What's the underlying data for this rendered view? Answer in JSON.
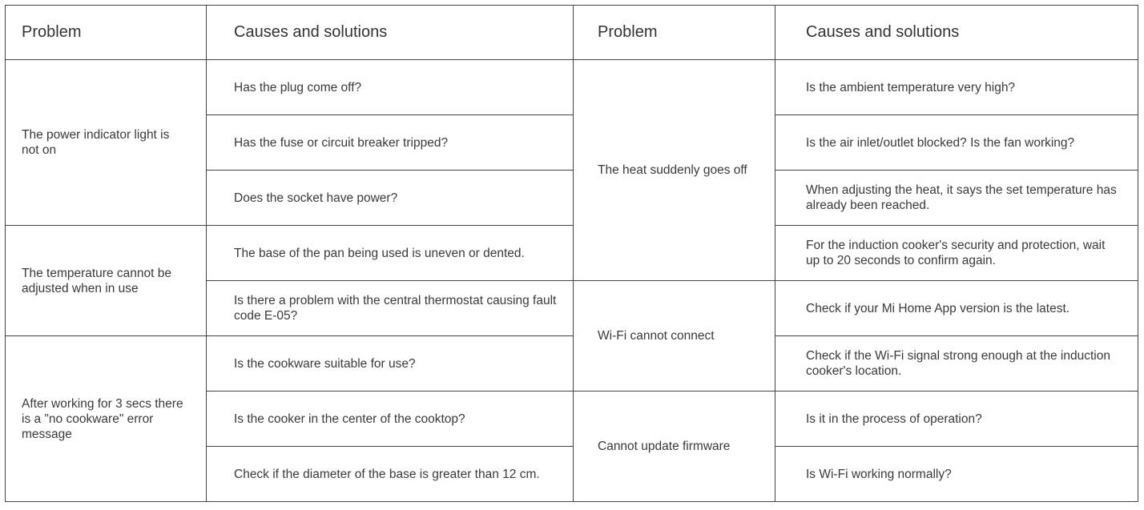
{
  "headers": {
    "left_problem": "Problem",
    "left_causes": "Causes and solutions",
    "right_problem": "Problem",
    "right_causes": "Causes and solutions"
  },
  "left": {
    "problems": [
      {
        "label": "The power indicator light is not on",
        "causes": [
          "Has the plug come off?",
          "Has the fuse or circuit breaker tripped?",
          "Does the socket have power?"
        ]
      },
      {
        "label": "The temperature cannot be adjusted when in use",
        "causes": [
          "The base of the pan being used is uneven or dented.",
          "Is there a problem with the central thermostat causing fault code E-05?"
        ]
      },
      {
        "label": "After working for 3 secs there is a \"no cookware\" error message",
        "causes": [
          "Is the cookware suitable for use?",
          "Is the cooker in the center of the cooktop?",
          "Check if the diameter of the base is greater than 12 cm."
        ]
      }
    ]
  },
  "right": {
    "problems": [
      {
        "label": "The heat suddenly goes off",
        "causes": [
          "Is the ambient temperature very high?",
          "Is the air inlet/outlet blocked? Is the fan working?",
          "When adjusting the heat, it says the set temperature has already been reached.",
          "For the induction cooker's security and protection, wait up to 20 seconds to confirm again."
        ]
      },
      {
        "label": "Wi-Fi cannot connect",
        "causes": [
          "Check if your Mi Home App version is the latest.",
          "Check if the Wi-Fi signal strong enough at the induction cooker's location."
        ]
      },
      {
        "label": "Cannot update firmware",
        "causes": [
          "Is it in the process of operation?",
          "Is Wi-Fi working normally?"
        ]
      }
    ]
  }
}
